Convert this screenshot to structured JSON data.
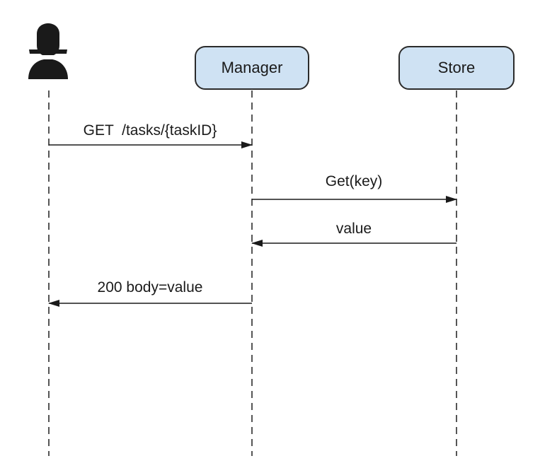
{
  "participants": [
    {
      "id": "user",
      "label": "",
      "kind": "actor",
      "icon": "user-icon"
    },
    {
      "id": "manager",
      "label": "Manager",
      "kind": "box"
    },
    {
      "id": "store",
      "label": "Store",
      "kind": "box"
    }
  ],
  "messages": [
    {
      "from": "user",
      "to": "manager",
      "label": "GET  /tasks/{taskID}"
    },
    {
      "from": "manager",
      "to": "store",
      "label": "Get(key)"
    },
    {
      "from": "store",
      "to": "manager",
      "label": "value"
    },
    {
      "from": "manager",
      "to": "user",
      "label": "200 body=value"
    }
  ],
  "colors": {
    "participant_fill": "#cfe2f3",
    "stroke": "#2b2b2b",
    "actor": "#1a1a1a"
  }
}
